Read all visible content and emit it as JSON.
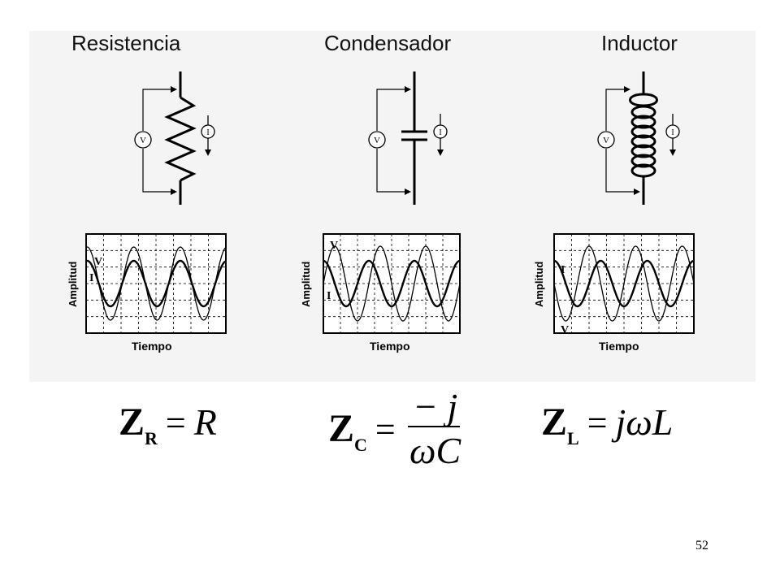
{
  "columns": [
    {
      "id": "resistencia",
      "title": "Resistencia",
      "meter_v": "V",
      "meter_i": "I",
      "y_axis": "Amplitud",
      "x_axis": "Tiempo",
      "wave_v": "V",
      "wave_i": "I",
      "formula": {
        "Z": "Z",
        "sub": "R",
        "eq": "=",
        "rhs": "R"
      }
    },
    {
      "id": "condensador",
      "title": "Condensador",
      "meter_v": "V",
      "meter_i": "I",
      "y_axis": "Amplitud",
      "x_axis": "Tiempo",
      "wave_v": "V",
      "wave_i": "I",
      "formula": {
        "Z": "Z",
        "sub": "C",
        "eq": "=",
        "num": "− j",
        "den": "ωC"
      }
    },
    {
      "id": "inductor",
      "title": "Inductor",
      "meter_v": "V",
      "meter_i": "I",
      "y_axis": "Amplitud",
      "x_axis": "Tiempo",
      "wave_v": "V",
      "wave_i": "I",
      "formula": {
        "Z": "Z",
        "sub": "L",
        "eq": "=",
        "rhs": "jωL"
      }
    }
  ],
  "page_number": "52"
}
